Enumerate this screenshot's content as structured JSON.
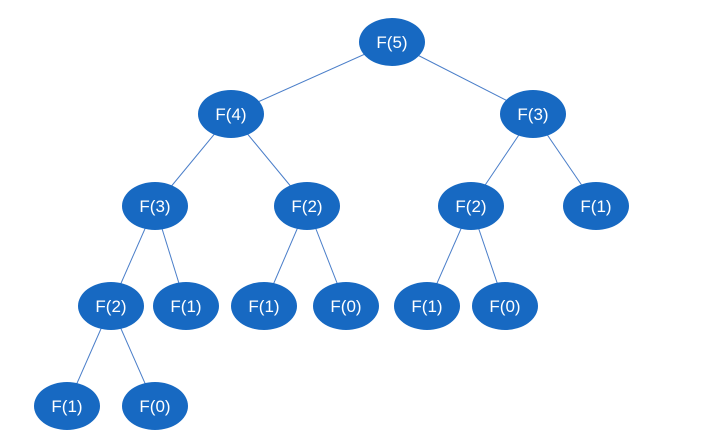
{
  "colors": {
    "node_fill": "#1769c2",
    "edge": "#4a7ec9",
    "label": "#ffffff",
    "background": "#ffffff"
  },
  "tree": {
    "nodes": [
      {
        "id": "n1",
        "label": "F(5)"
      },
      {
        "id": "n2",
        "label": "F(4)"
      },
      {
        "id": "n3",
        "label": "F(3)"
      },
      {
        "id": "n4",
        "label": "F(3)"
      },
      {
        "id": "n5",
        "label": "F(2)"
      },
      {
        "id": "n6",
        "label": "F(2)"
      },
      {
        "id": "n7",
        "label": "F(1)"
      },
      {
        "id": "n8",
        "label": "F(2)"
      },
      {
        "id": "n9",
        "label": "F(1)"
      },
      {
        "id": "n10",
        "label": "F(1)"
      },
      {
        "id": "n11",
        "label": "F(0)"
      },
      {
        "id": "n12",
        "label": "F(1)"
      },
      {
        "id": "n13",
        "label": "F(0)"
      },
      {
        "id": "n14",
        "label": "F(1)"
      },
      {
        "id": "n15",
        "label": "F(0)"
      }
    ],
    "edges": [
      [
        "n1",
        "n2"
      ],
      [
        "n1",
        "n3"
      ],
      [
        "n2",
        "n4"
      ],
      [
        "n2",
        "n5"
      ],
      [
        "n3",
        "n6"
      ],
      [
        "n3",
        "n7"
      ],
      [
        "n4",
        "n8"
      ],
      [
        "n4",
        "n9"
      ],
      [
        "n5",
        "n10"
      ],
      [
        "n5",
        "n11"
      ],
      [
        "n6",
        "n12"
      ],
      [
        "n6",
        "n13"
      ],
      [
        "n8",
        "n14"
      ],
      [
        "n8",
        "n15"
      ]
    ]
  }
}
